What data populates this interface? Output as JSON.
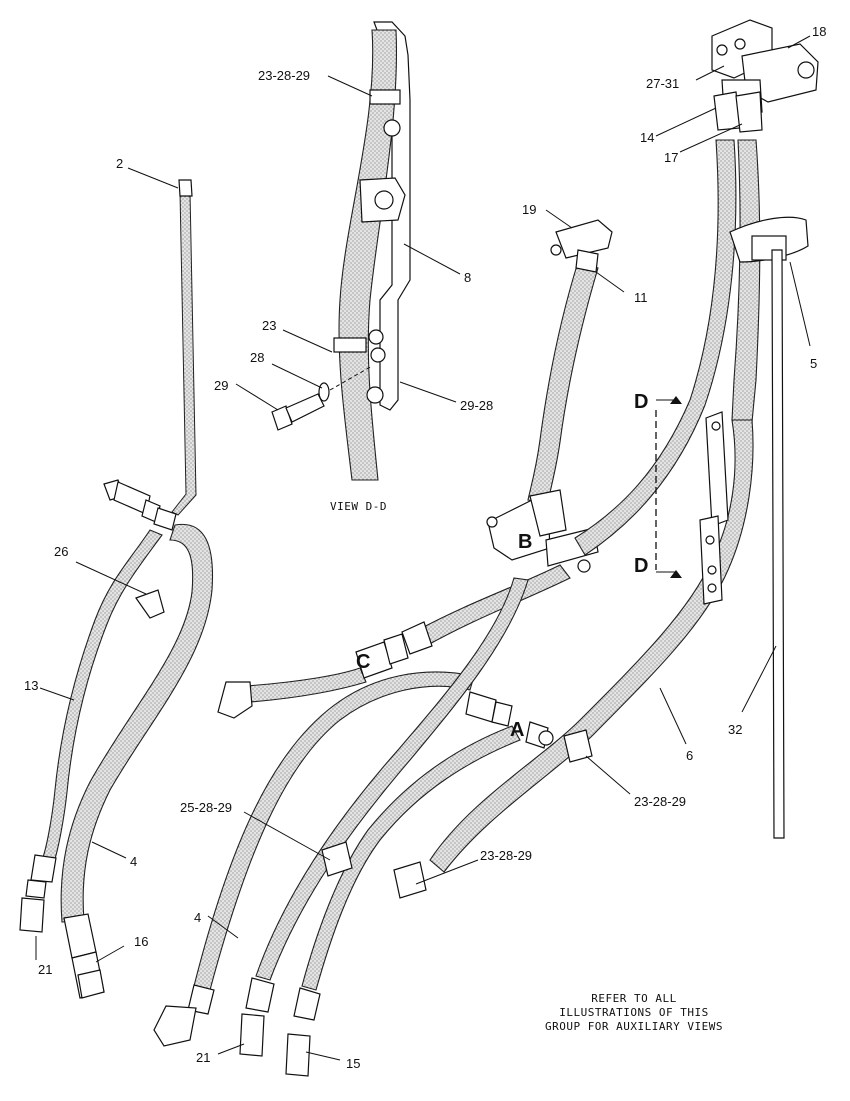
{
  "callouts": {
    "c2": "2",
    "c4a": "4",
    "c4b": "4",
    "c5": "5",
    "c6": "6",
    "c8": "8",
    "c11": "11",
    "c13": "13",
    "c14": "14",
    "c15": "15",
    "c16": "16",
    "c17": "17",
    "c18": "18",
    "c19": "19",
    "c21a": "21",
    "c21b": "21",
    "c23": "23",
    "c26": "26",
    "c28": "28",
    "c29": "29",
    "c32": "32",
    "c27_31": "27-31",
    "c29_28": "29-28",
    "c23_28_29_top": "23-28-29",
    "c23_28_29_mid": "23-28-29",
    "c23_28_29_low": "23-28-29",
    "c25_28_29": "25-28-29"
  },
  "view_labels": {
    "view_dd": "VIEW D-D",
    "d_top": "D",
    "d_bottom": "D",
    "a": "A",
    "b": "B",
    "c": "C"
  },
  "note": {
    "line1": "REFER TO ALL",
    "line2": "ILLUSTRATIONS OF THIS",
    "line3": "GROUP FOR AUXILIARY VIEWS"
  }
}
